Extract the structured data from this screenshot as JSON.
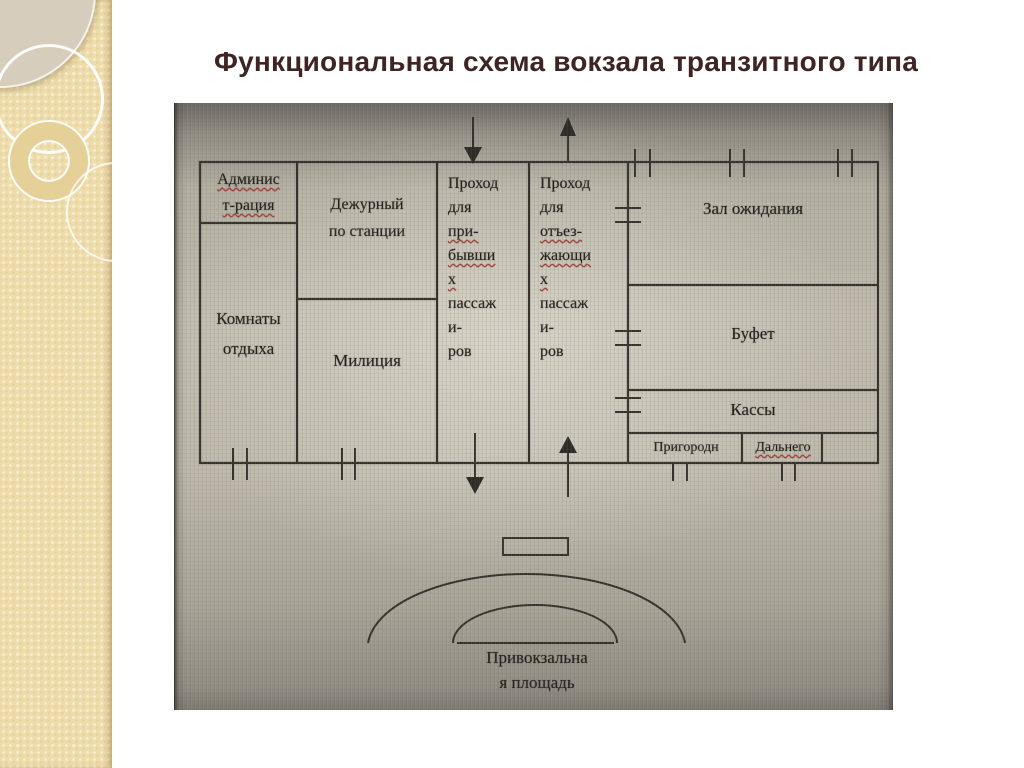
{
  "slide": {
    "title": "Функциональная схема вокзала транзитного типа",
    "title_color": "#3f2424",
    "sidebar_color": "#eedcab",
    "photo_paper_color": "#beb9ac",
    "ink_color": "#36332d",
    "spellcheck_underline_color": "#b5362c"
  },
  "diagram": {
    "rooms": {
      "administration": {
        "lines": [
          "Админис",
          "т-рация"
        ]
      },
      "duty_officer": {
        "lines": [
          "Дежурный",
          "по станции"
        ]
      },
      "rest_rooms": {
        "lines": [
          "Комнаты",
          "отдыха"
        ]
      },
      "police": {
        "label": "Милиция"
      },
      "passage_arriving": {
        "lines": [
          "Проход",
          "для",
          "при-",
          "бывши",
          "х",
          "пассаж",
          "и-",
          "ров"
        ]
      },
      "passage_departing": {
        "lines": [
          "Проход",
          "для",
          "отъез-",
          "жающи",
          "х",
          "пассаж",
          "и-",
          "ров"
        ]
      },
      "waiting_hall": {
        "label": "Зал ожидания"
      },
      "buffet": {
        "label": "Буфет"
      },
      "ticket_offices": {
        "label": "Кассы"
      },
      "suburban_windows": {
        "label": "Пригородн"
      },
      "long_distance_windows": {
        "label": "Дальнего"
      },
      "station_square": {
        "lines": [
          "Привокзальна",
          "я площадь"
        ]
      }
    }
  }
}
